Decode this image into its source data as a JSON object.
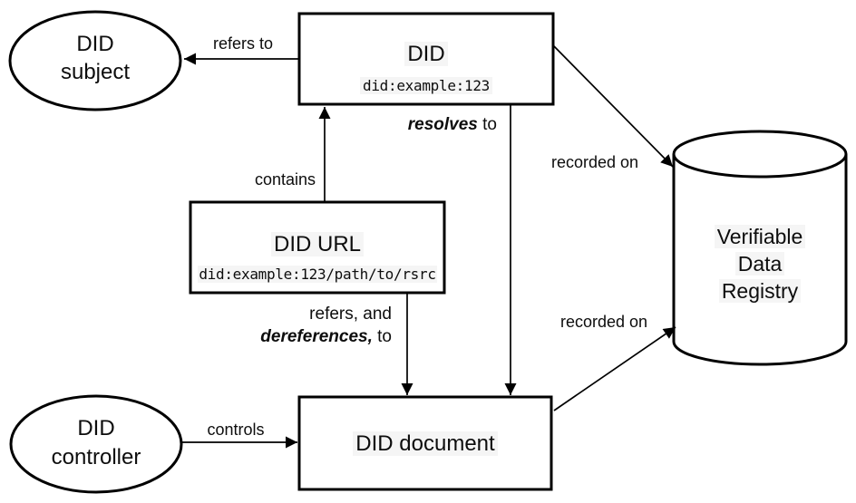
{
  "diagram": {
    "nodes": {
      "did_subject": {
        "line1": "DID",
        "line2": "subject"
      },
      "did": {
        "title": "DID",
        "code": "did:example:123"
      },
      "did_url": {
        "title": "DID URL",
        "code": "did:example:123/path/to/rsrc"
      },
      "did_document": {
        "title": "DID document"
      },
      "did_controller": {
        "line1": "DID",
        "line2": "controller"
      },
      "verifiable_data_registry": {
        "line1": "Verifiable",
        "line2": "Data",
        "line3": "Registry"
      }
    },
    "edges": {
      "refers_to": {
        "label": "refers to"
      },
      "contains": {
        "label": "contains"
      },
      "resolves": {
        "emphasis": "resolves",
        "rest": " to"
      },
      "dereferences": {
        "line1": "refers, and",
        "emphasis": "dereferences,",
        "rest": " to"
      },
      "controls": {
        "label": "controls"
      },
      "recorded_on_top": {
        "label": "recorded on"
      },
      "recorded_on_bottom": {
        "label": "recorded on"
      }
    },
    "colors": {
      "stroke": "#000000",
      "background": "#ffffff",
      "text_highlight": "#f5f5f5"
    }
  }
}
